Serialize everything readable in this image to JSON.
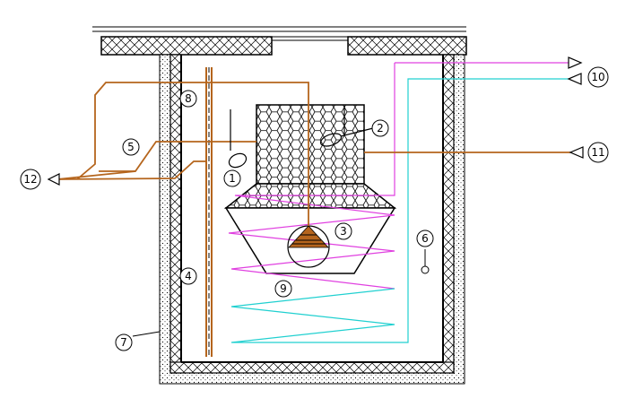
{
  "labels": {
    "n1": "1",
    "n2": "2",
    "n3": "3",
    "n4": "4",
    "n5": "5",
    "n6": "6",
    "n7": "7",
    "n8": "8",
    "n9": "9",
    "n10": "10",
    "n11": "11",
    "n12": "12"
  },
  "colors": {
    "outline": "#000000",
    "brown": "#b5651d",
    "magenta": "#e040e0",
    "cyan": "#20d0d0",
    "insulation": "#e8e8e8"
  }
}
